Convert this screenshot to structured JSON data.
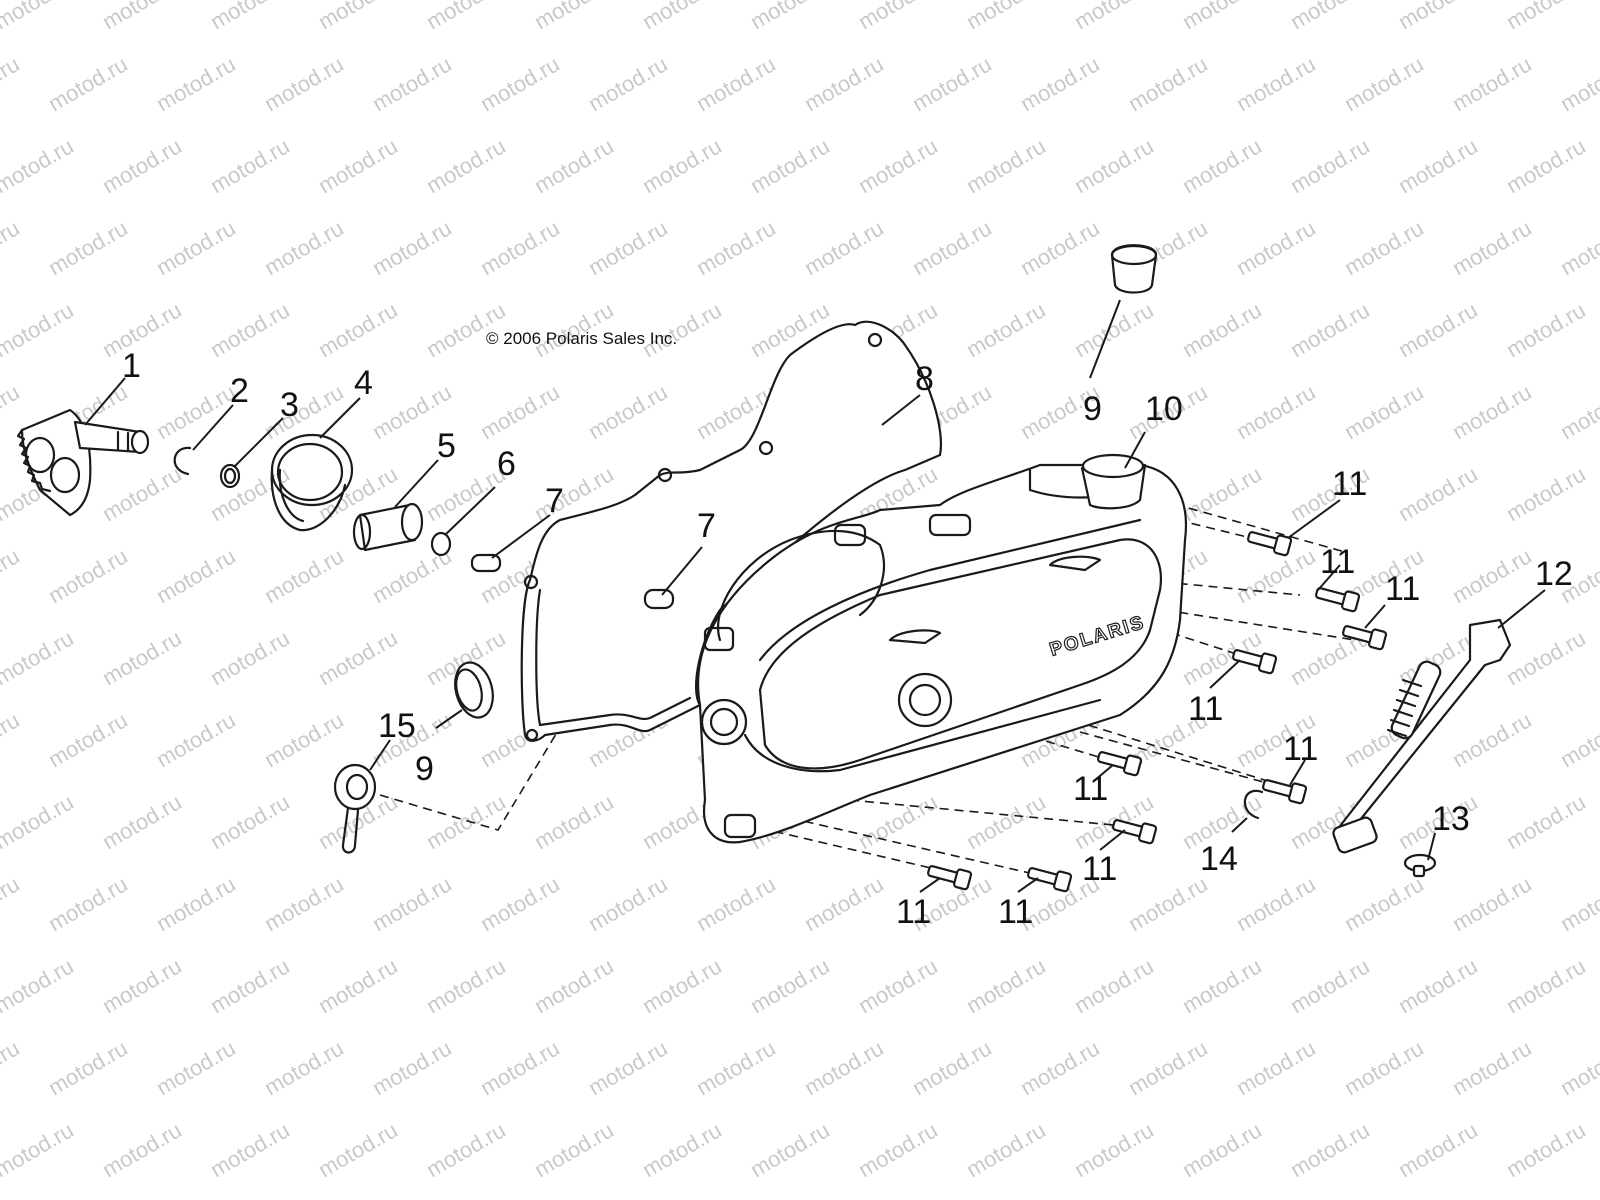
{
  "copyright": "© 2006 Polaris Sales Inc.",
  "watermark": "motod.ru",
  "brand_logo": "POLARIS",
  "callouts": [
    "1",
    "2",
    "3",
    "4",
    "5",
    "6",
    "7",
    "7",
    "8",
    "9",
    "9",
    "10",
    "11",
    "11",
    "11",
    "11",
    "11",
    "11",
    "11",
    "11",
    "11",
    "12",
    "13",
    "14",
    "15"
  ]
}
